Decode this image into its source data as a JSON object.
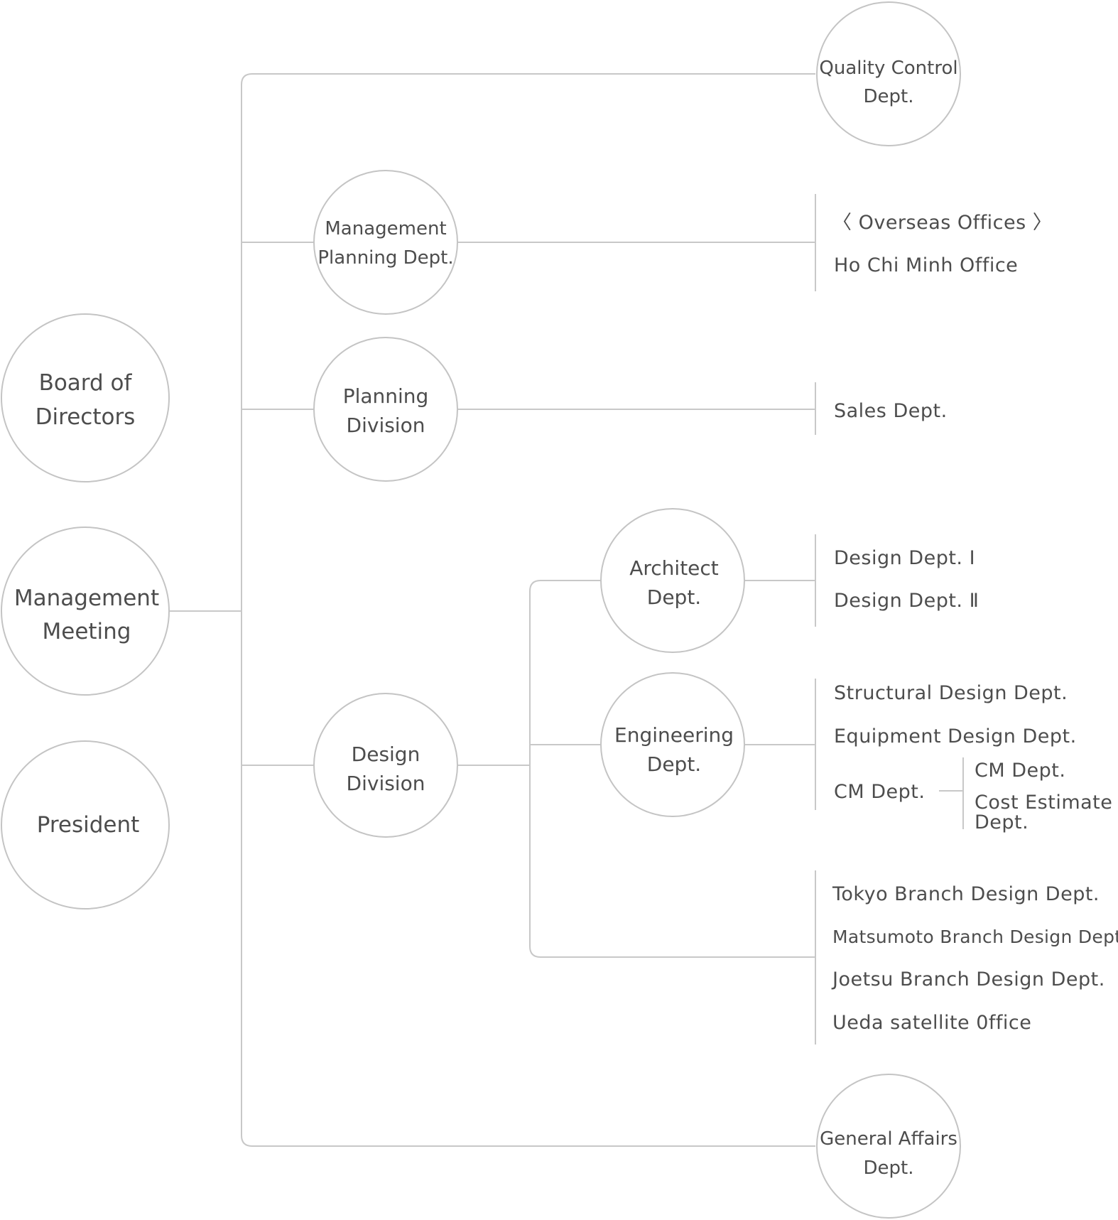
{
  "nodes": {
    "board": [
      "Board of",
      "Directors"
    ],
    "management_meeting": [
      "Management",
      "Meeting"
    ],
    "president": [
      "President"
    ],
    "quality_control": [
      "Quality Control",
      "Dept."
    ],
    "management_planning": [
      "Management",
      "Planning Dept."
    ],
    "planning_division": [
      "Planning",
      "Division"
    ],
    "design_division": [
      "Design",
      "Division"
    ],
    "architect": [
      "Architect",
      "Dept."
    ],
    "engineering": [
      "Engineering",
      "Dept."
    ],
    "general_affairs": [
      "General Affairs",
      "Dept."
    ]
  },
  "lists": {
    "overseas": [
      "〈 Overseas Offices 〉",
      "Ho Chi Minh Office"
    ],
    "sales": [
      "Sales Dept."
    ],
    "architect_sub": [
      "Design Dept. Ⅰ",
      "Design Dept. Ⅱ"
    ],
    "engineering_sub": [
      "Structural Design Dept.",
      "Equipment Design Dept.",
      "CM Dept."
    ],
    "cm_sub": [
      "CM Dept.",
      "Cost Estimate",
      "Dept."
    ],
    "branches": [
      "Tokyo Branch Design Dept.",
      "Matsumoto Branch Design Dept.",
      "Joetsu Branch Design Dept.",
      "Ueda satellite 0ffice"
    ]
  },
  "colors": {
    "line": "#c8c8c8",
    "circle_stroke": "#c4c4c4",
    "text": "#4d4d4d"
  }
}
